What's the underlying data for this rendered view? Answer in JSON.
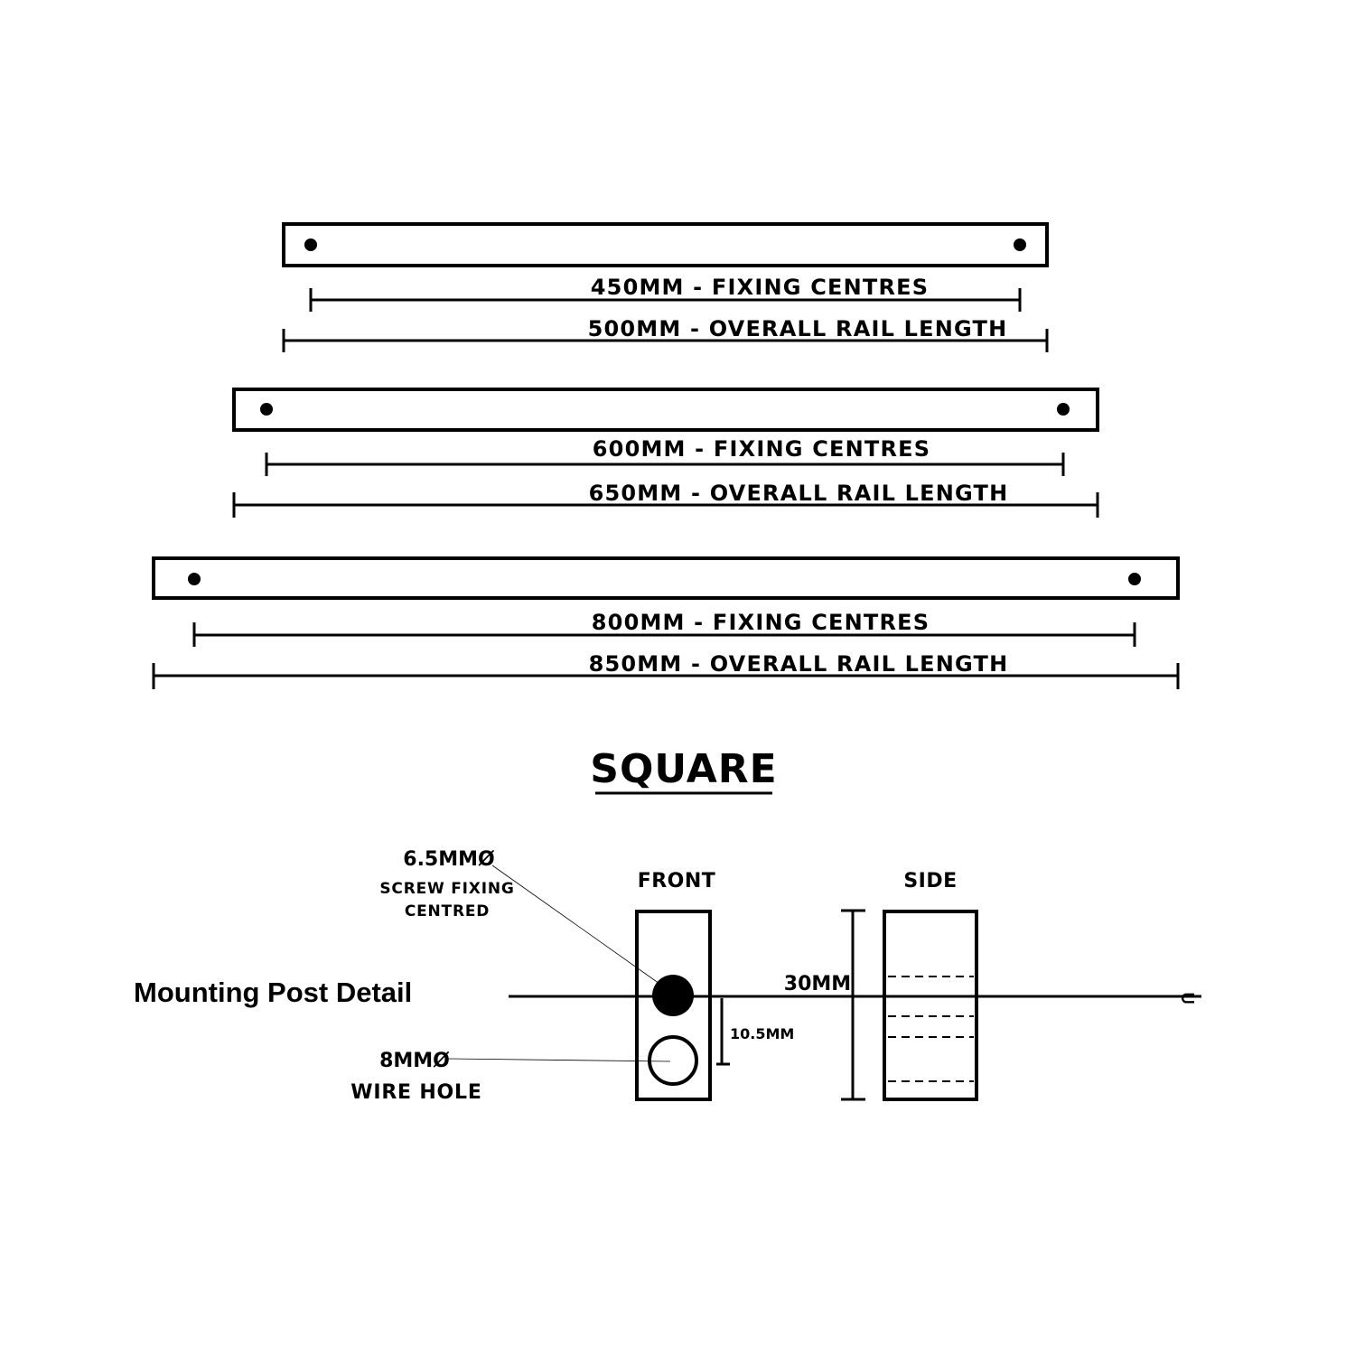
{
  "rails": [
    {
      "fixing_label": "450MM - FIXING CENTRES",
      "overall_label": "500MM - OVERALL RAIL LENGTH"
    },
    {
      "fixing_label": "600MM - FIXING CENTRES",
      "overall_label": "650MM - OVERALL RAIL LENGTH"
    },
    {
      "fixing_label": "800MM - FIXING CENTRES",
      "overall_label": "850MM - OVERALL RAIL LENGTH"
    }
  ],
  "section_title": "SQUARE",
  "detail": {
    "title": "Mounting Post Detail",
    "front_label": "FRONT",
    "side_label": "SIDE",
    "screw_size": "6.5MMØ",
    "screw_note_line1": "SCREW FIXING",
    "screw_note_line2": "CENTRED",
    "wire_size": "8MMØ",
    "wire_note": "WIRE HOLE",
    "offset_dim": "10.5MM",
    "height_dim": "30MM",
    "centreline_symbol": "⊂"
  }
}
